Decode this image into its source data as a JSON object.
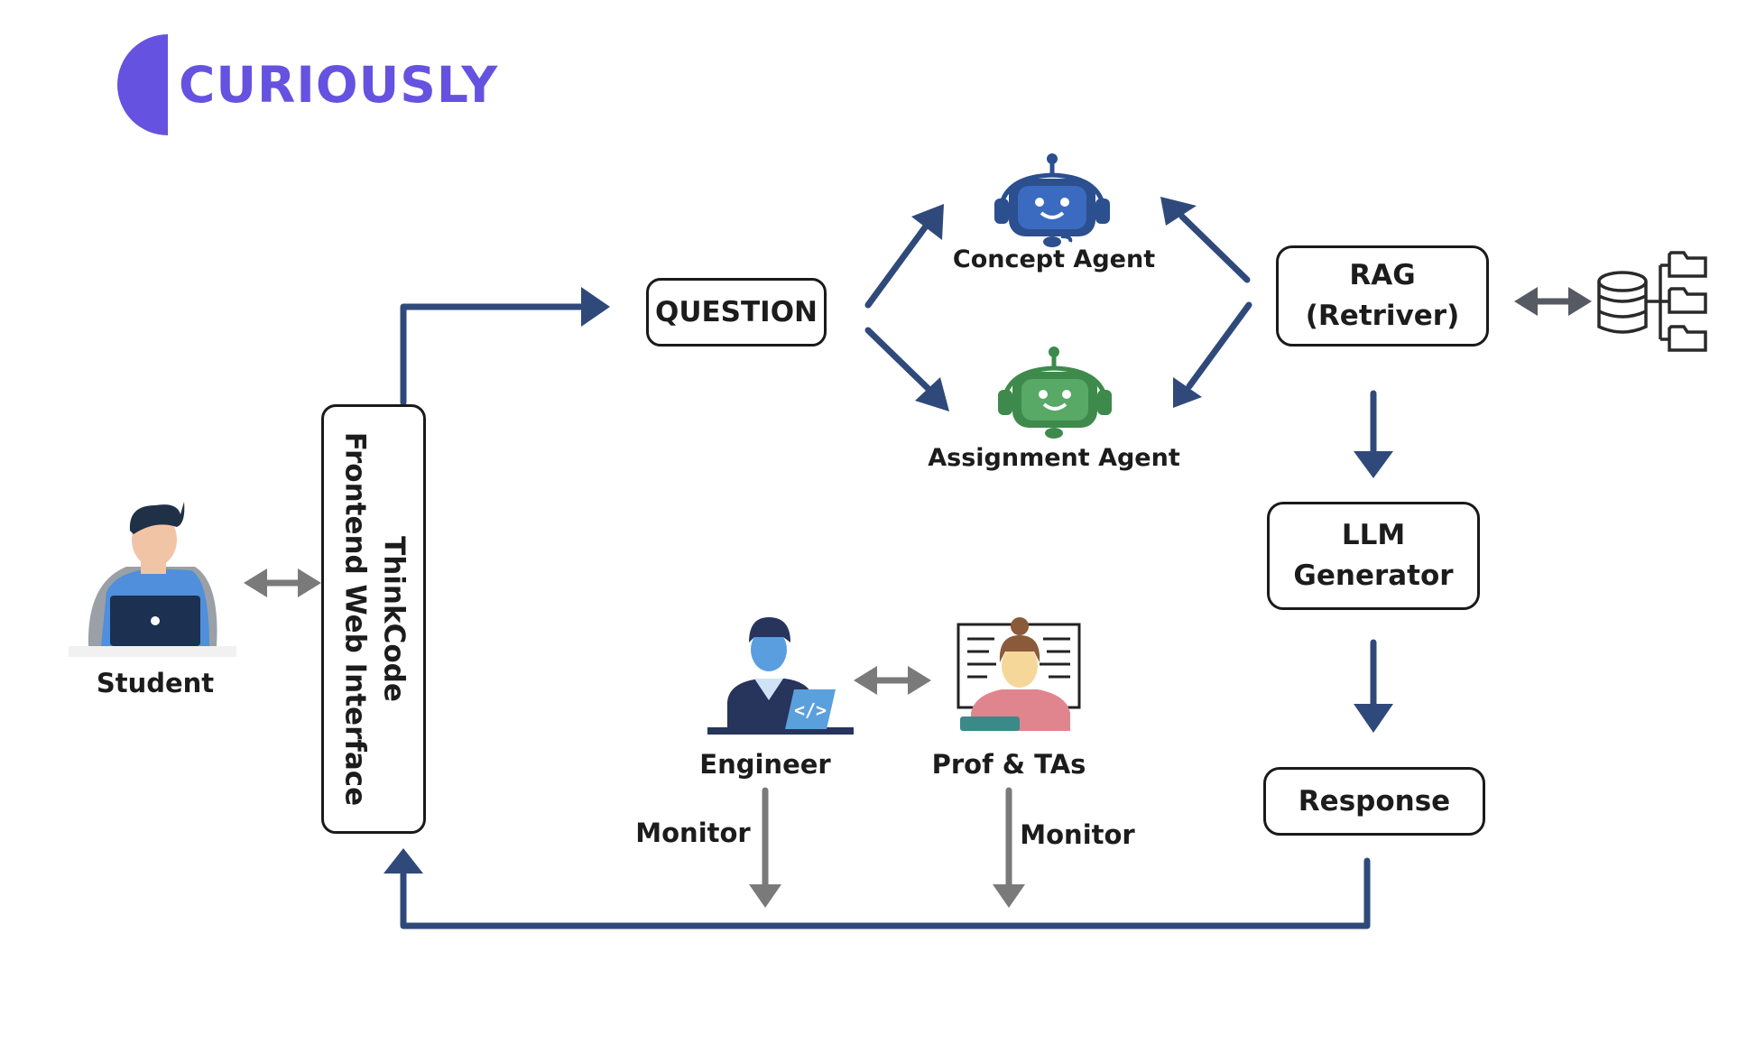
{
  "logo": {
    "text": "CURIOUSLY",
    "color": "#6652e0"
  },
  "nodes": {
    "student": "Student",
    "frontend": {
      "line1": "ThinkCode",
      "line2": "Frontend Web Interface"
    },
    "question": "QUESTION",
    "concept_agent": "Concept Agent",
    "assignment_agent": "Assignment Agent",
    "rag": {
      "line1": "RAG",
      "line2": "(Retriver)"
    },
    "llm": {
      "line1": "LLM",
      "line2": "Generator"
    },
    "response": "Response",
    "engineer": "Engineer",
    "prof": "Prof & TAs"
  },
  "edge_labels": {
    "monitor_left": "Monitor",
    "monitor_right": "Monitor"
  },
  "colors": {
    "flow": "#2f4a7a",
    "gray": "#7a7a7a",
    "concept": "#2b4f8f",
    "assignment": "#3e8a4c"
  }
}
